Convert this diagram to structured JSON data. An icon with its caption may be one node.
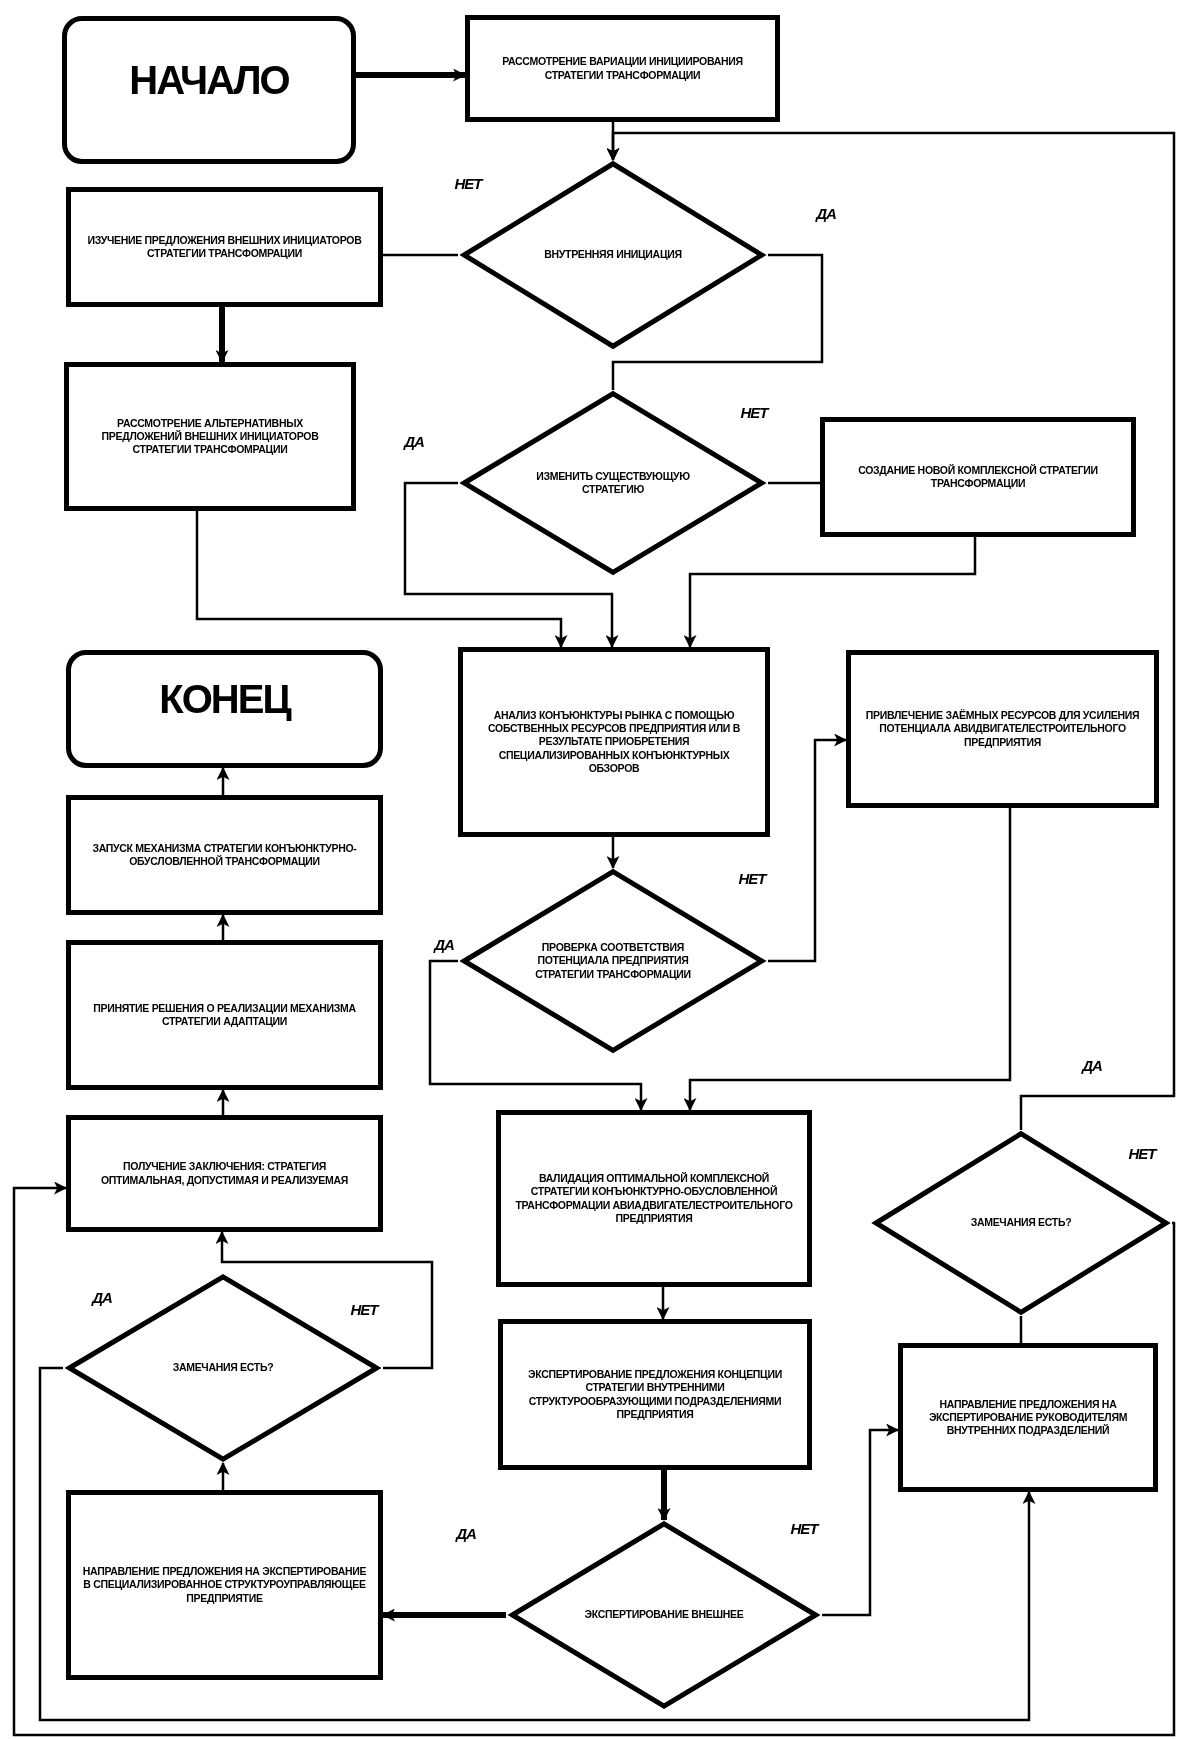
{
  "diagram": {
    "nodes": [
      {
        "text": [
          "НАЧАЛО"
        ]
      },
      {
        "text": [
          "РАССМОТРЕНИЕ ВАРИАЦИИ ИНИЦИИРОВАНИЯ СТРАТЕГИИ ТРАНСФОРМАЦИИ"
        ]
      },
      {
        "text": [
          "ВНУТРЕННЯЯ ИНИЦИАЦИЯ"
        ]
      },
      {
        "text": [
          "ИЗУЧЕНИЕ ПРЕДЛОЖЕНИЯ ВНЕШНИХ ИНИЦИАТОРОВ СТРАТЕГИИ ТРАНСФОМРАЦИИ"
        ]
      },
      {
        "text": [
          "РАССМОТРЕНИЕ АЛЬТЕРНАТИВНЫХ ПРЕДЛОЖЕНИЙ ВНЕШНИХ ИНИЦИАТОРОВ СТРАТЕГИИ ТРАНСФОМРАЦИИ"
        ]
      },
      {
        "text": [
          "ИЗМЕНИТЬ СУЩЕСТВУЮЩУЮ СТРАТЕГИЮ"
        ]
      },
      {
        "text": [
          "СОЗДАНИЕ НОВОЙ КОМПЛЕКСНОЙ СТРАТЕГИИ ТРАНСФОРМАЦИИ"
        ]
      },
      {
        "text": [
          "АНАЛИЗ КОНЪЮНКТУРЫ РЫНКА С ПОМОЩЬЮ СОБСТВЕННЫХ РЕСУРСОВ ПРЕДПРИЯТИЯ ИЛИ В РЕЗУЛЬТАТЕ ПРИОБРЕТЕНИЯ СПЕЦИАЛИЗИРОВАННЫХ КОНЪЮНКТУРНЫХ ОБЗОРОВ"
        ]
      },
      {
        "text": [
          "ПРИВЛЕЧЕНИЕ ЗАЁМНЫХ РЕСУРСОВ ДЛЯ УСИЛЕНИЯ ПОТЕНЦИАЛА АВИДВИГАТЕЛЕСТРОИТЕЛЬНОГО ПРЕДПРИЯТИЯ"
        ]
      },
      {
        "text": [
          "ПРОВЕРКА СООТВЕТСТВИЯ ПОТЕНЦИАЛА ПРЕДПРИЯТИЯ СТРАТЕГИИ ТРАНСФОРМАЦИИ"
        ]
      },
      {
        "text": [
          "КОНЕЦ"
        ]
      },
      {
        "text": [
          "ЗАПУСК МЕХАНИЗМА СТРАТЕГИИ КОНЪЮНКТУРНО-ОБУСЛОВЛЕННОЙ ТРАНСФОРМАЦИИ"
        ]
      },
      {
        "text": [
          "ПРИНЯТИЕ РЕШЕНИЯ О РЕАЛИЗАЦИИ МЕХАНИЗМА СТРАТЕГИИ АДАПТАЦИИ"
        ]
      },
      {
        "text": [
          "ПОЛУЧЕНИЕ ЗАКЛЮЧЕНИЯ: СТРАТЕГИЯ ОПТИМАЛЬНАЯ, ДОПУСТИМАЯ И РЕАЛИЗУЕМАЯ"
        ]
      },
      {
        "text": [
          "ЗАМЕЧАНИЯ ЕСТЬ?"
        ]
      },
      {
        "text": [
          "НАПРАВЛЕНИЕ ПРЕДЛОЖЕНИЯ НА ЭКСПЕРТИРОВАНИЕ В СПЕЦИАЛИЗИРОВАННОЕ СТРУКТУРОУПРАВЛЯЮЩЕЕ ПРЕДПРИЯТИЕ"
        ]
      },
      {
        "text": [
          "ВАЛИДАЦИЯ ОПТИМАЛЬНОЙ КОМПЛЕКСНОЙ СТРАТЕГИИ КОНЪЮНКТУРНО-ОБУСЛОВЛЕННОЙ ТРАНСФОРМАЦИИ АВИАДВИГАТЕЛЕСТРОИТЕЛЬНОГО ПРЕДПРИЯТИЯ"
        ]
      },
      {
        "text": [
          "ЭКСПЕРТИРОВАНИЕ ПРЕДЛОЖЕНИЯ КОНЦЕПЦИИ СТРАТЕГИИ ВНУТРЕННИМИ СТРУКТУРООБРАЗУЮЩИМИ ПОДРАЗДЕЛЕНИЯМИ ПРЕДПРИЯТИЯ"
        ]
      },
      {
        "text": [
          "ЭКСПЕРТИРОВАНИЕ ВНЕШНЕЕ"
        ]
      },
      {
        "text": [
          "ЗАМЕЧАНИЯ ЕСТЬ?"
        ]
      },
      {
        "text": [
          "НАПРАВЛЕНИЕ ПРЕДЛОЖЕНИЯ НА ЭКСПЕРТИРОВАНИЕ РУКОВОДИТЕЛЯМ ВНУТРЕННИХ ПОДРАЗДЕЛЕНИЙ"
        ]
      }
    ],
    "edges": [
      {
        "from": 0,
        "to": 1,
        "arrow": "to",
        "style": "thick"
      },
      {
        "from": 1,
        "to": 2,
        "arrow": "to"
      },
      {
        "from": 2,
        "to": 3,
        "arrow": "none",
        "label": "НЕТ"
      },
      {
        "from": 2,
        "to": 5,
        "arrow": "none",
        "label": "ДА"
      },
      {
        "from": 3,
        "to": 4,
        "arrow": "to",
        "style": "thick"
      },
      {
        "from": 5,
        "to": 6,
        "arrow": "none",
        "label": "НЕТ"
      },
      {
        "from": 5,
        "to": 7,
        "arrow": "to",
        "label": "ДА"
      },
      {
        "from": 4,
        "to": 7,
        "arrow": "to"
      },
      {
        "from": 6,
        "to": 7,
        "arrow": "to"
      },
      {
        "from": 7,
        "to": 9,
        "arrow": "to"
      },
      {
        "from": 9,
        "to": 8,
        "arrow": "to",
        "label": "НЕТ"
      },
      {
        "from": 9,
        "to": 16,
        "arrow": "to",
        "label": "ДА"
      },
      {
        "from": 8,
        "to": 16,
        "arrow": "to"
      },
      {
        "from": 16,
        "to": 17,
        "arrow": "to"
      },
      {
        "from": 17,
        "to": 18,
        "arrow": "to",
        "style": "thick"
      },
      {
        "from": 18,
        "to": 15,
        "arrow": "to",
        "style": "thick",
        "label": "ДА"
      },
      {
        "from": 18,
        "to": 20,
        "arrow": "to",
        "label": "НЕТ"
      },
      {
        "from": 14,
        "to": 20,
        "arrow": "to",
        "label": "ДА"
      },
      {
        "from": 14,
        "to": 13,
        "arrow": "to",
        "label": "НЕТ"
      },
      {
        "from": 15,
        "to": 14,
        "arrow": "to"
      },
      {
        "from": 13,
        "to": 12,
        "arrow": "to"
      },
      {
        "from": 12,
        "to": 11,
        "arrow": "to"
      },
      {
        "from": 11,
        "to": 10,
        "arrow": "to"
      },
      {
        "from": 20,
        "to": 19,
        "arrow": "none"
      },
      {
        "from": 19,
        "to": 2,
        "arrow": "to",
        "label": "ДА"
      },
      {
        "from": 19,
        "to": 13,
        "arrow": "to",
        "label": "НЕТ"
      }
    ]
  }
}
